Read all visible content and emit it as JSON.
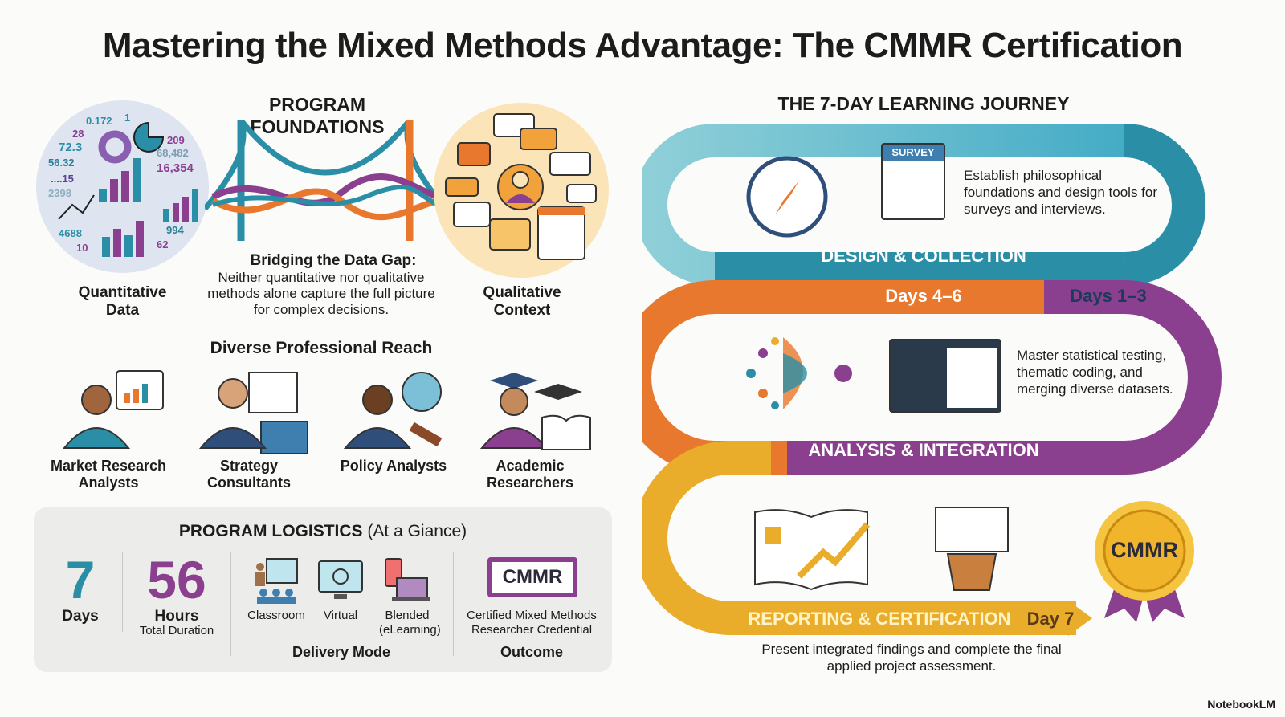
{
  "title": "Mastering the Mixed Methods Advantage: The CMMR Certification",
  "foundations": {
    "heading": "PROGRAM FOUNDATIONS",
    "quant_label": "Quantitative Data",
    "qual_label": "Qualitative Context",
    "gap_title": "Bridging the Data Gap:",
    "gap_text": "Neither quantitative nor qualitative methods alone capture the full picture for complex decisions.",
    "quant_numbers": [
      "0.172",
      "1",
      "28",
      "72.3",
      "56.32",
      "....15",
      "2398",
      "4688",
      "10",
      "209",
      "68,482",
      "16,354",
      "994",
      "62"
    ]
  },
  "reach": {
    "heading": "Diverse Professional Reach",
    "roles": [
      {
        "label": "Market Research Analysts"
      },
      {
        "label": "Strategy Consultants"
      },
      {
        "label": "Policy Analysts"
      },
      {
        "label": "Academic Researchers"
      }
    ]
  },
  "logistics": {
    "heading": "PROGRAM LOGISTICS",
    "heading_sub": "(At a Giance)",
    "days_value": "7",
    "days_label": "Days",
    "hours_value": "56",
    "hours_label": "Hours",
    "hours_sub": "Total Duration",
    "modes": [
      {
        "label": "Classroom"
      },
      {
        "label": "Virtual"
      },
      {
        "label": "Blended (eLearning)"
      }
    ],
    "modes_caption": "Delivery Mode",
    "badge": "CMMR",
    "outcome_text": "Certified Mixed Methods Researcher Credential",
    "outcome_caption": "Outcome"
  },
  "journey": {
    "heading": "THE 7-DAY LEARNING JOURNEY",
    "survey_label": "SURVEY",
    "stage1_text": "Establish philosophical foundations and design tools for surveys and interviews.",
    "stage1_label": "DESIGN & COLLECTION",
    "days_1_3": "Days 1–3",
    "days_4_6": "Days 4–6",
    "stage2_text": "Master statistical testing, thematic coding, and merging diverse datasets.",
    "stage2_label": "ANALYSIS & INTEGRATION",
    "stage3_label": "REPORTING & CERTIFICATION",
    "day_7": "Day 7",
    "stage3_text": "Present integrated findings and complete the final applied project assessment.",
    "medal": "CMMR"
  },
  "brand": "NotebookLM",
  "colors": {
    "teal": "#2a8fa6",
    "purple": "#8a3f8f",
    "orange": "#e8782e",
    "gold": "#e9ad2b"
  }
}
